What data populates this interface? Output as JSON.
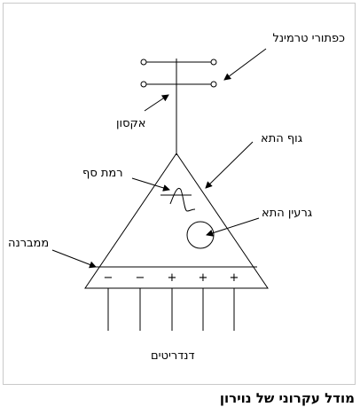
{
  "labels": {
    "terminal_buttons": "כפתורי טרמינל",
    "axon": "אקסון",
    "cell_body": "גוף התא",
    "threshold": "רמת סף",
    "nucleus": "גרעין התא",
    "membrane": "ממברנה",
    "dendrites": "דנדריטים"
  },
  "charges": [
    "−",
    "−",
    "+",
    "+",
    "+"
  ],
  "caption": "מודל עקרוני של נוירון"
}
